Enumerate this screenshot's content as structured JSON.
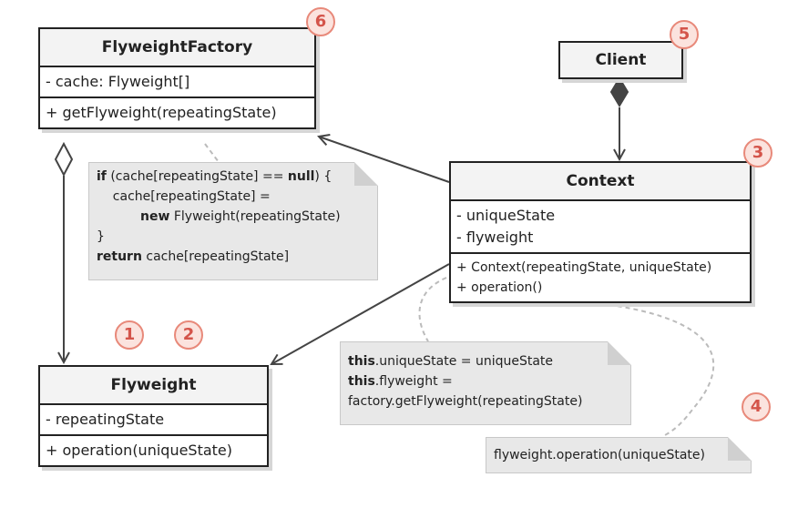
{
  "classes": {
    "flyweight_factory": {
      "name": "FlyweightFactory",
      "fields": [
        "- cache: Flyweight[]"
      ],
      "methods": [
        "+ getFlyweight(repeatingState)"
      ]
    },
    "client": {
      "name": "Client"
    },
    "context": {
      "name": "Context",
      "fields": [
        "- uniqueState",
        "- flyweight"
      ],
      "methods": [
        "+ Context(repeatingState, uniqueState)",
        "+ operation()"
      ]
    },
    "flyweight": {
      "name": "Flyweight",
      "fields": [
        "- repeatingState"
      ],
      "methods": [
        "+ operation(uniqueState)"
      ]
    }
  },
  "notes": {
    "factory_code": {
      "l1_kw1": "if",
      "l1_a": " (cache[repeatingState] == ",
      "l1_kw2": "null",
      "l1_b": ") {",
      "l2": "    cache[repeatingState] =",
      "l3_kw": "new",
      "l3_rest": " Flyweight(repeatingState)",
      "l4": "}",
      "l5_kw": "return",
      "l5_rest": " cache[repeatingState]"
    },
    "context_code": {
      "l1_kw": "this",
      "l1_rest": ".uniqueState = uniqueState",
      "l2_kw": "this",
      "l2_rest": ".flyweight =",
      "l3": "factory.getFlyweight(repeatingState)"
    },
    "operation_code": {
      "l1": "flyweight.operation(uniqueState)"
    }
  },
  "badges": [
    "1",
    "2",
    "3",
    "4",
    "5",
    "6"
  ],
  "colors": {
    "badge_fill": "#fbe3de",
    "badge_border": "#e8897a",
    "badge_text": "#d4544a",
    "note_fill": "#e8e8e8",
    "line": "#444444"
  }
}
